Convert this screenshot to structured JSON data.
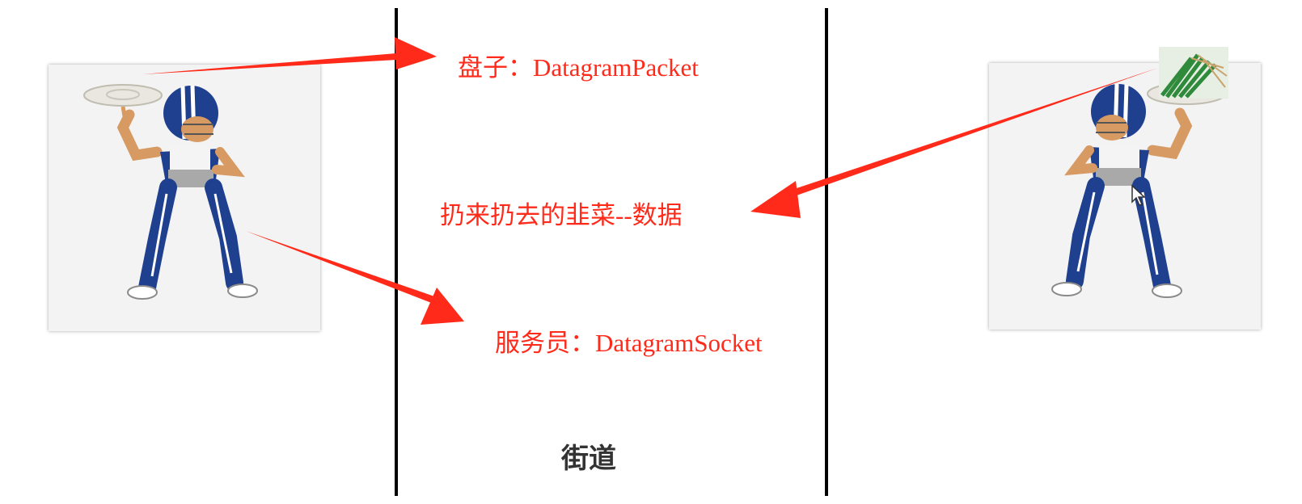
{
  "labels": {
    "plate": "盘子：DatagramPacket",
    "data": "扔来扔去的韭菜--数据",
    "waiter": "服务员：DatagramSocket",
    "street": "街道"
  },
  "icons": {
    "left_figure": "football-player-spinning-plate-icon",
    "right_figure": "football-player-spinning-plate-icon",
    "leek": "leek-vegetable-icon",
    "cursor": "mouse-cursor-icon"
  },
  "colors": {
    "arrow": "#ff2a1a",
    "label": "#ff2a1a",
    "divider": "#000000",
    "jersey": "#1f3f8f",
    "street_text": "#333333"
  }
}
